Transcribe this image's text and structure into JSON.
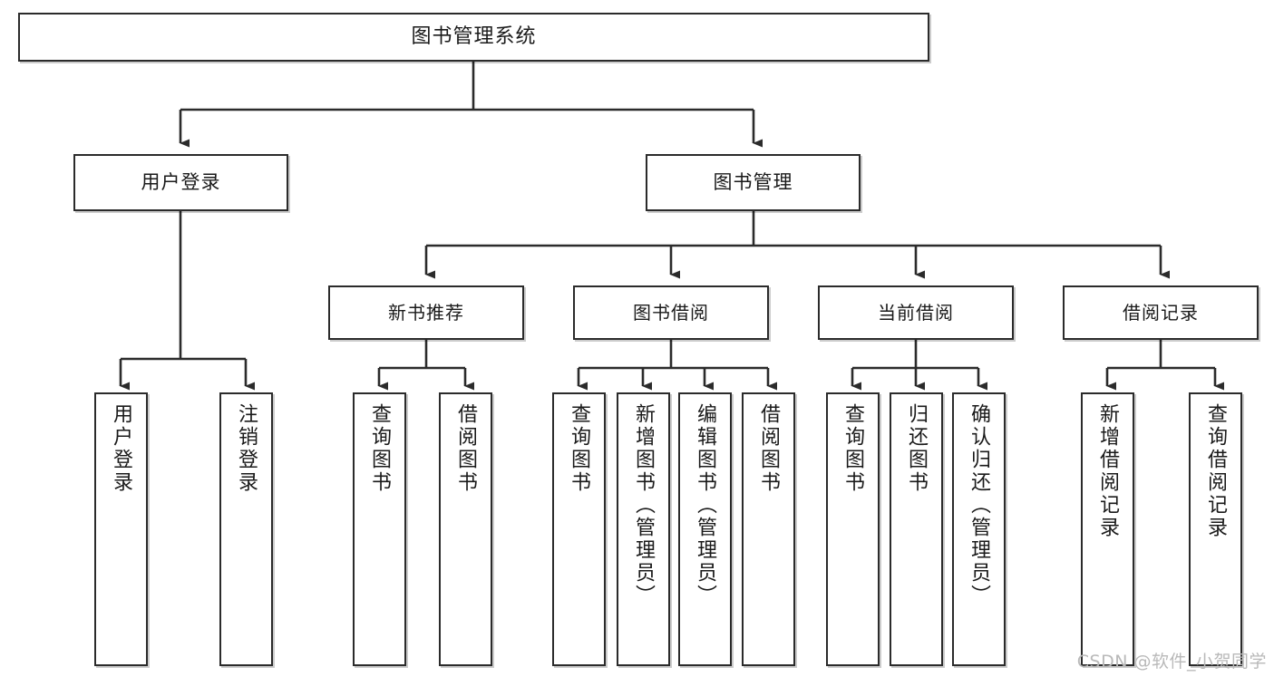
{
  "diagram": {
    "title": "图书管理系统",
    "type": "tree",
    "watermark": "CSDN @软件_小贺同学",
    "colors": {
      "box_border": "#2b2b2b",
      "box_fill": "#ffffff",
      "line": "#2b2b2b",
      "text": "#1a1a1a",
      "watermark": "#b9b9b9"
    }
  },
  "nodes": {
    "root": {
      "label": "图书管理系统",
      "level": 1
    },
    "level2": [
      {
        "label": "用户登录"
      },
      {
        "label": "图书管理"
      }
    ],
    "level3": [
      {
        "label": "新书推荐"
      },
      {
        "label": "图书借阅"
      },
      {
        "label": "当前借阅"
      },
      {
        "label": "借阅记录"
      }
    ],
    "leaves": {
      "user_login": [
        {
          "label": "用户登录"
        },
        {
          "label": "注销登录"
        }
      ],
      "new_book_recommend": [
        {
          "label": "查询图书"
        },
        {
          "label": "借阅图书"
        }
      ],
      "book_borrow": [
        {
          "label": "查询图书"
        },
        {
          "label": "新增图书（管理员）"
        },
        {
          "label": "编辑图书（管理员）"
        },
        {
          "label": "借阅图书"
        }
      ],
      "current_borrow": [
        {
          "label": "查询图书"
        },
        {
          "label": "归还图书"
        },
        {
          "label": "确认归还（管理员）"
        }
      ],
      "borrow_records": [
        {
          "label": "新增借阅记录"
        },
        {
          "label": "查询借阅记录"
        }
      ]
    }
  }
}
